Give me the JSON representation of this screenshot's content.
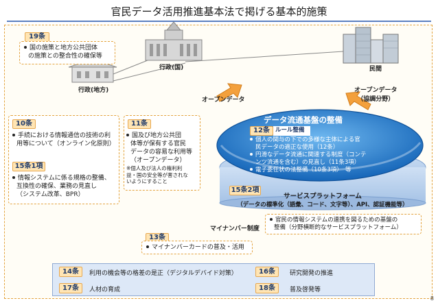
{
  "title": "官民データ活用推進基本法で掲げる基本的施策",
  "page_number": "8",
  "labels": {
    "gov_national": "行政(国)",
    "gov_local": "行政(地方)",
    "private": "民間",
    "open_data_left": "オープンデータ",
    "open_data_right_1": "オープンデータ",
    "open_data_right_2": "（協調分野）",
    "mynumber": "マイナンバー制度",
    "data_platform": "データ流通基盤の整備",
    "rule_label": "ルール整備",
    "service_platform_1": "サービスプラットフォーム",
    "service_platform_2": "（データの標準化（語彙、コード、文字等）、API、認証機能等）"
  },
  "articles": {
    "a19": {
      "badge": "19条",
      "lines": [
        "国の施策と地方公共団体",
        "の施策との整合性の確保等"
      ]
    },
    "a10": {
      "badge": "10条",
      "lines": [
        "手続における情報通信の技術の利",
        "用等について（オンライン化原則）"
      ]
    },
    "a15_1": {
      "badge": "15条1項",
      "lines": [
        "情報システムに係る規格の整備、",
        "互換性の確保、業務の見直し",
        "（システム改革、BPR）"
      ]
    },
    "a11": {
      "badge": "11条",
      "lines": [
        "国及び地方公共団",
        "体等が保有する官民",
        "データの容易な利用等",
        "（オープンデータ）"
      ],
      "note": [
        "※個人及び法人の権利利",
        "益・国の安全等が害されな",
        "いようにすること"
      ]
    },
    "a12": {
      "badge": "12条",
      "items": [
        [
          "個人の関与の下での多様な主体による官",
          "民データの適正な使用（12条）"
        ],
        [
          "円滑なデータ流通に関連する制度（コンテ",
          "ンツ流通を含む）の見直し（11条3項）"
        ],
        [
          "電子委任状の法整備（10条3項）　等"
        ]
      ]
    },
    "a15_2": {
      "badge": "15条2項",
      "lines": [
        "官民の情報システムの連携を図るための基盤の",
        "整備（分野横断的なサービスプラットフォーム）"
      ]
    },
    "a13": {
      "badge": "13条",
      "lines": [
        "マイナンバーカードの普及・活用"
      ]
    }
  },
  "bottom": [
    {
      "badge": "14条",
      "text": "利用の機会等の格差の是正（デジタルデバイド対策）"
    },
    {
      "badge": "16条",
      "text": "研究開発の推進"
    },
    {
      "badge": "17条",
      "text": "人材の育成"
    },
    {
      "badge": "18条",
      "text": "普及啓発等"
    }
  ],
  "colors": {
    "accent_blue": "#1e78c8",
    "badge_fill": "#ffe5b4",
    "arrow_orange": "#f3a03c",
    "dashed": "#e3a23c"
  },
  "icons": [
    "government-building-icon",
    "city-hall-icon",
    "office-buildings-icon",
    "arrow-icon"
  ]
}
